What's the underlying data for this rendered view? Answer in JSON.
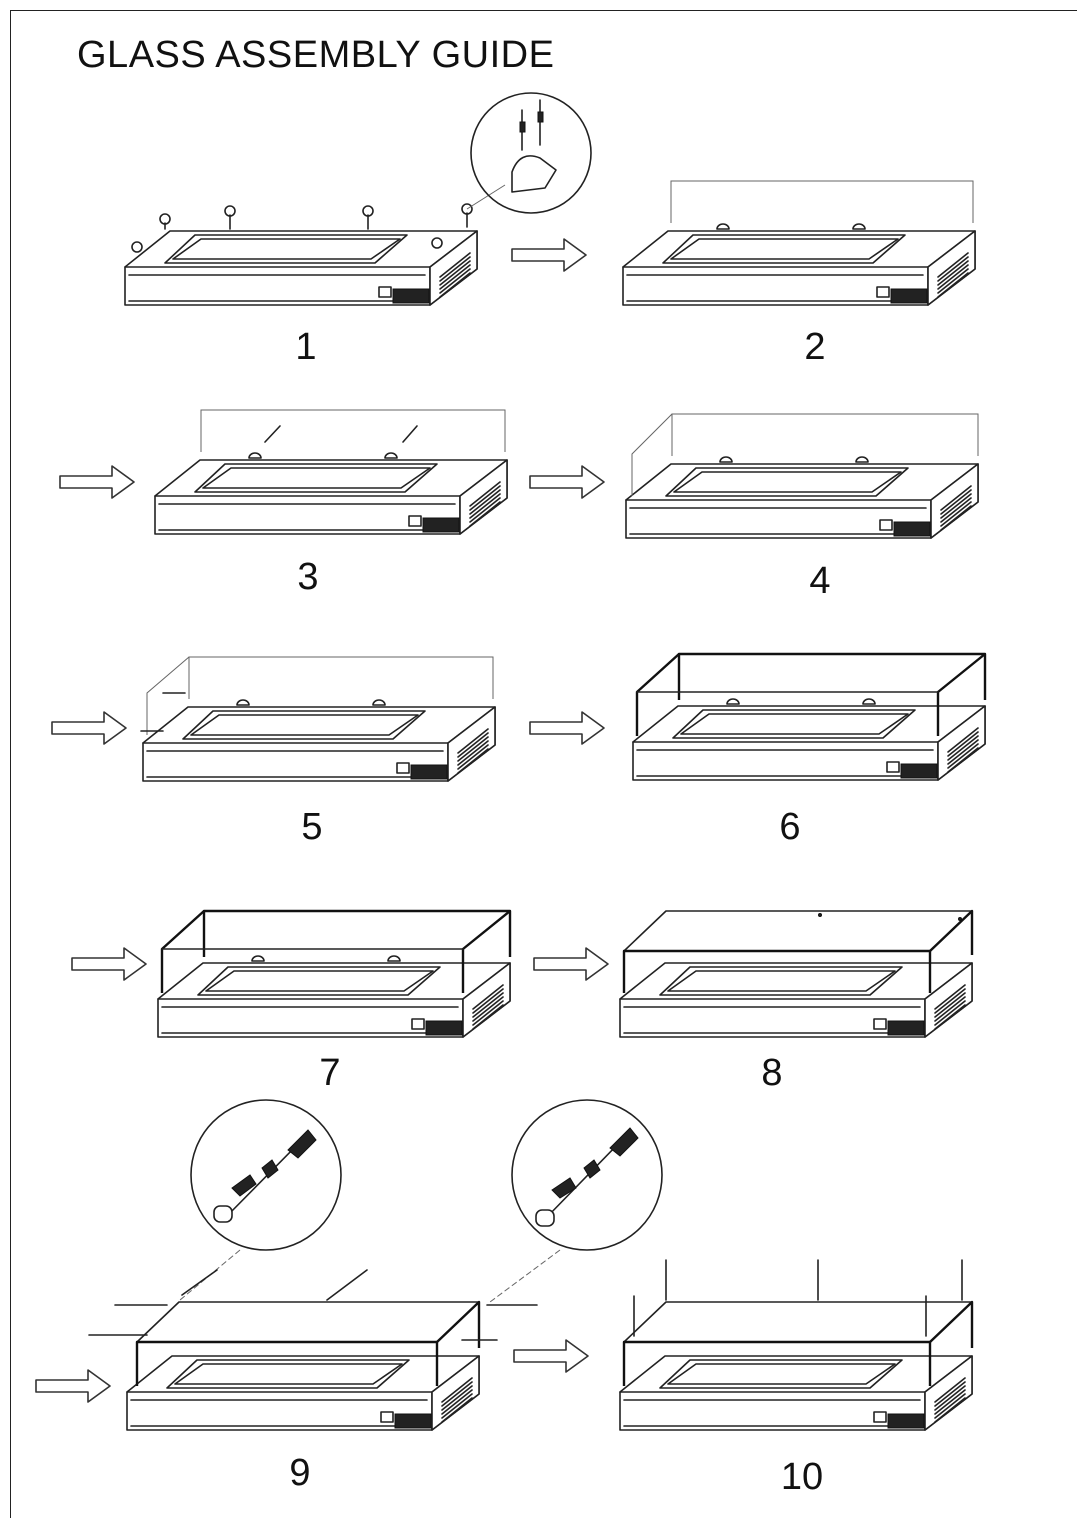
{
  "title": "GLASS ASSEMBLY GUIDE",
  "steps": [
    {
      "label": "1"
    },
    {
      "label": "2"
    },
    {
      "label": "3"
    },
    {
      "label": "4"
    },
    {
      "label": "5"
    },
    {
      "label": "6"
    },
    {
      "label": "7"
    },
    {
      "label": "8"
    },
    {
      "label": "9"
    },
    {
      "label": "10"
    }
  ]
}
